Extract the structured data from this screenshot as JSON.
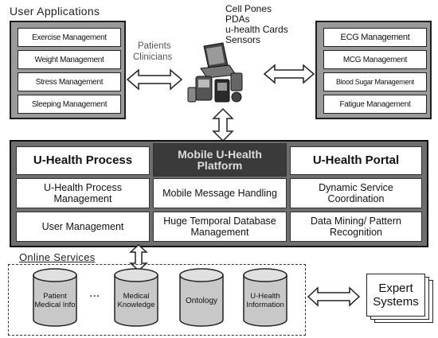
{
  "user_apps": {
    "title": "User Applications",
    "items": [
      "Exercise Management",
      "Weight Management",
      "Stress Management",
      "Sleeping Management"
    ]
  },
  "users_label": [
    "Patients",
    "Clinicians"
  ],
  "devices": [
    "Cell Pones",
    "PDAs",
    "u-health Cards",
    "Sensors"
  ],
  "bio_apps": {
    "items": [
      "ECG Management",
      "MCG Management",
      "Blood Sugar Management",
      "Fatigue Management"
    ]
  },
  "platform": {
    "headers": [
      "U-Health Process",
      "Mobile U-Health Platform",
      "U-Health Portal"
    ],
    "row1": [
      "U-Health Process Management",
      "Mobile Message Handling",
      "Dynamic Service Coordination"
    ],
    "row2": [
      "User Management",
      "Huge Temporal Database Management",
      "Data Mining/ Pattern Recognition"
    ]
  },
  "online": {
    "title": "Online Services",
    "ellipsis": "...",
    "databases": [
      "Patient Medical Info",
      "Medical Knowledge",
      "Ontology",
      "U-Health Information"
    ]
  },
  "expert": "Expert Systems",
  "colors": {
    "panel": "#9a9a9a",
    "platform": "#6e6e6e",
    "dark_cell": "#3a3a3a",
    "cylinder": "#c8c8c8"
  }
}
